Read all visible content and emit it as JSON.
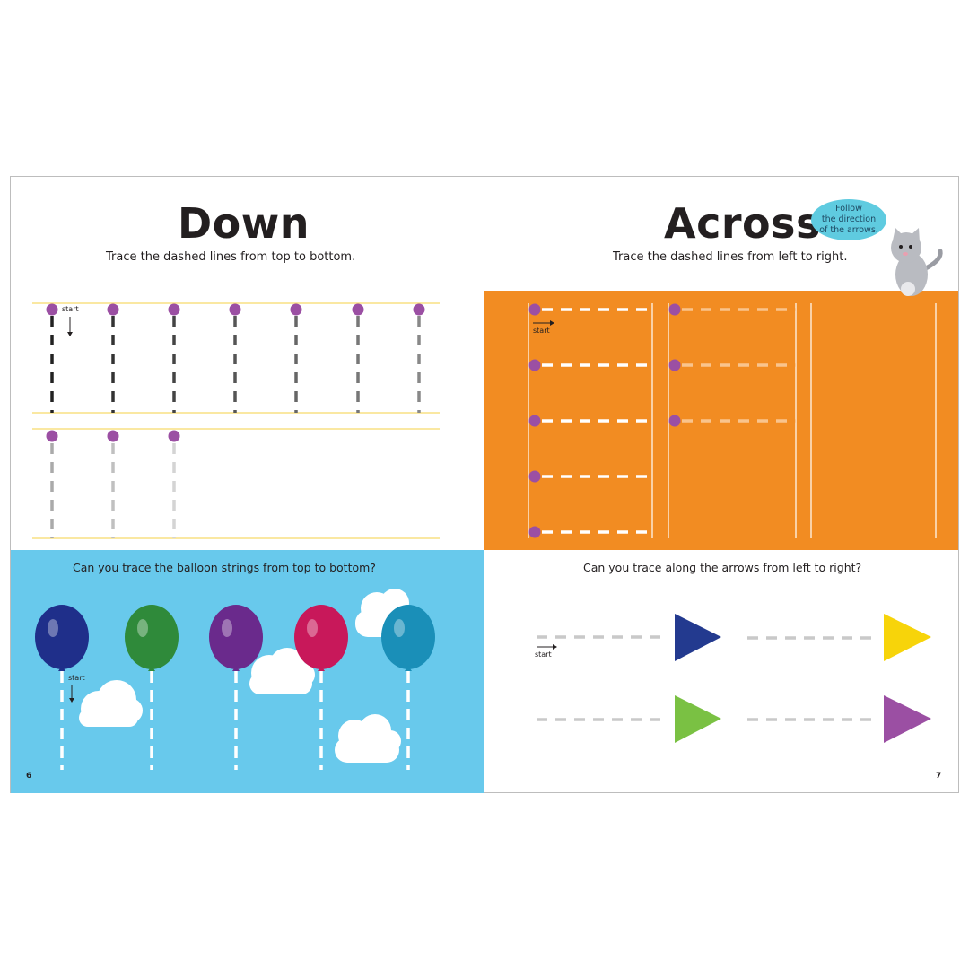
{
  "left_page": {
    "title": "Down",
    "subtitle": "Trace the dashed lines from top to bottom.",
    "start_label": "start",
    "balloon_prompt": "Can you trace the balloon strings from top to bottom?",
    "balloon_start_label": "start",
    "page_number": "6",
    "dot_color": "#9b4fa3",
    "guide_line_color": "#f6d96a",
    "sky_color": "#68c9ec",
    "balloon_colors": [
      "#1f2f8a",
      "#2f8a3a",
      "#6a2a8c",
      "#c8185a",
      "#1a8fb8"
    ]
  },
  "right_page": {
    "title": "Across",
    "subtitle": "Trace the dashed lines from left to right.",
    "speech_bubble": [
      "Follow",
      "the direction",
      "of the arrows."
    ],
    "start_label": "start",
    "panel_color": "#f28c22",
    "arrows_prompt": "Can you trace along the arrows from left to right?",
    "arrows_start_label": "start",
    "arrow_colors": [
      "#233a8f",
      "#f7d40a",
      "#7ac143",
      "#9b4fa3"
    ],
    "page_number": "7"
  }
}
